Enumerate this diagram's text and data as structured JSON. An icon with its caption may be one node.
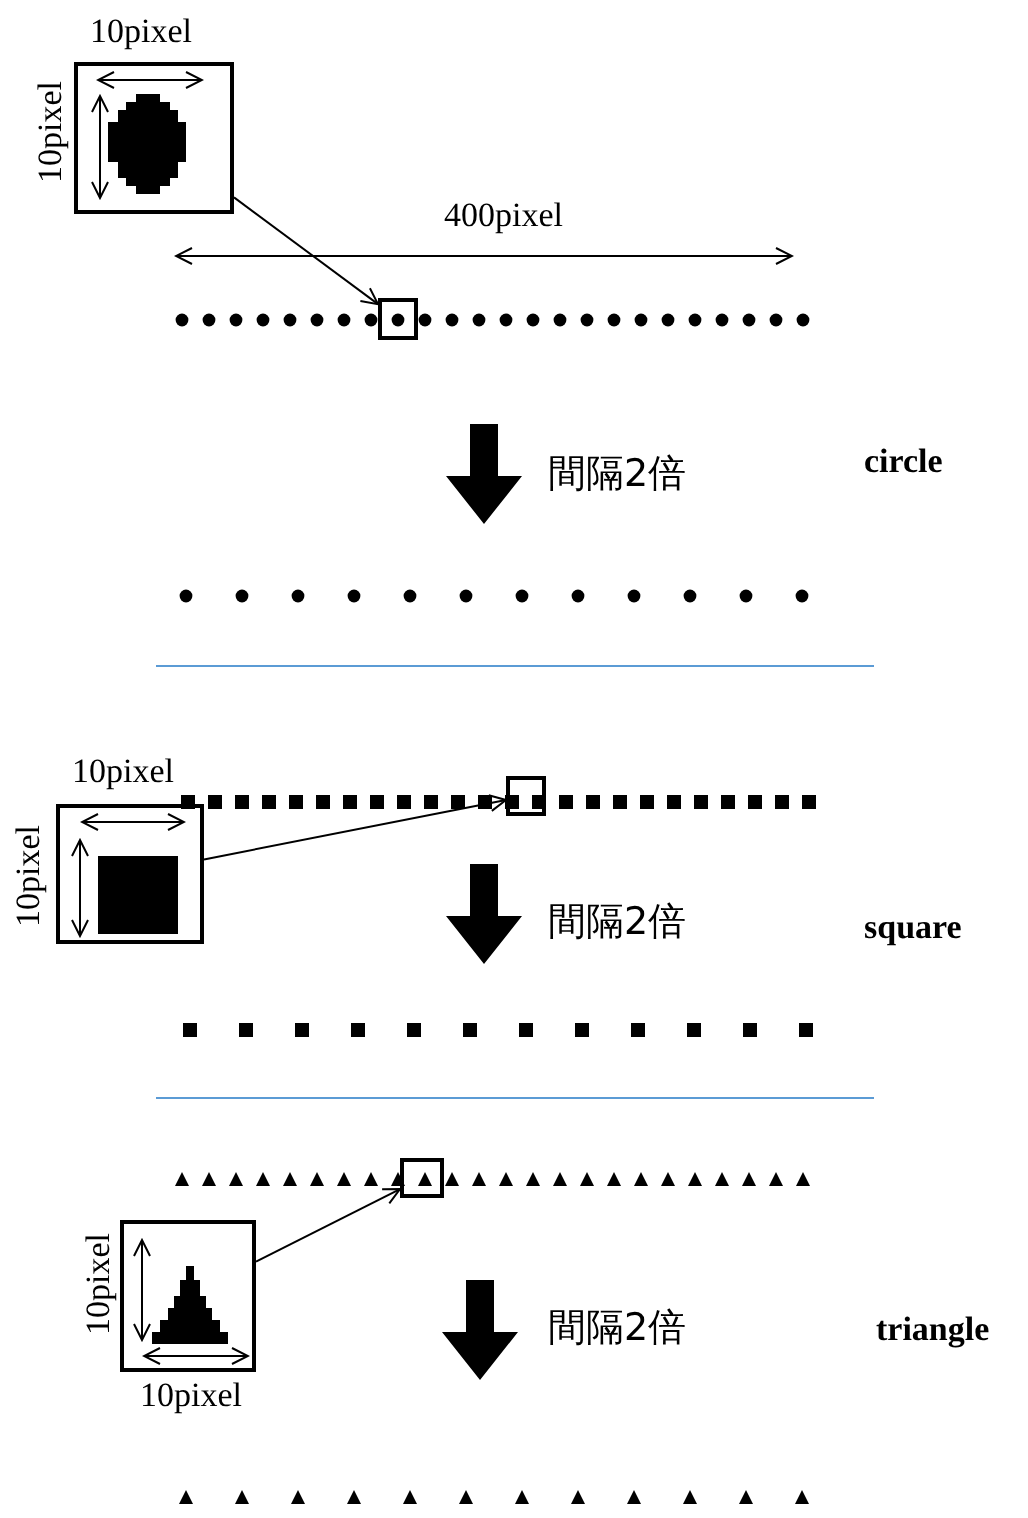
{
  "diagram": {
    "nodes": [
      {
        "text": [],
        "shape": "box",
        "beside": [
          "10pixel",
          "10pixel"
        ]
      },
      {
        "text": [],
        "shape": "box"
      },
      {
        "text": [],
        "shape": "box",
        "beside": [
          "10pixel",
          "10pixel"
        ]
      },
      {
        "text": [],
        "shape": "box"
      },
      {
        "text": [],
        "shape": "box",
        "beside": [
          "10pixel",
          "10pixel"
        ]
      },
      {
        "text": [],
        "shape": "box"
      }
    ],
    "edges": [
      {
        "from": 0,
        "to": 1,
        "arrow": "to"
      },
      {
        "from": 2,
        "to": 3,
        "arrow": "to"
      },
      {
        "from": 4,
        "to": 5,
        "arrow": "to"
      }
    ],
    "labels": [
      "400pixel",
      "間隔2倍",
      "circle",
      "間隔2倍",
      "square",
      "間隔2倍",
      "triangle"
    ]
  }
}
